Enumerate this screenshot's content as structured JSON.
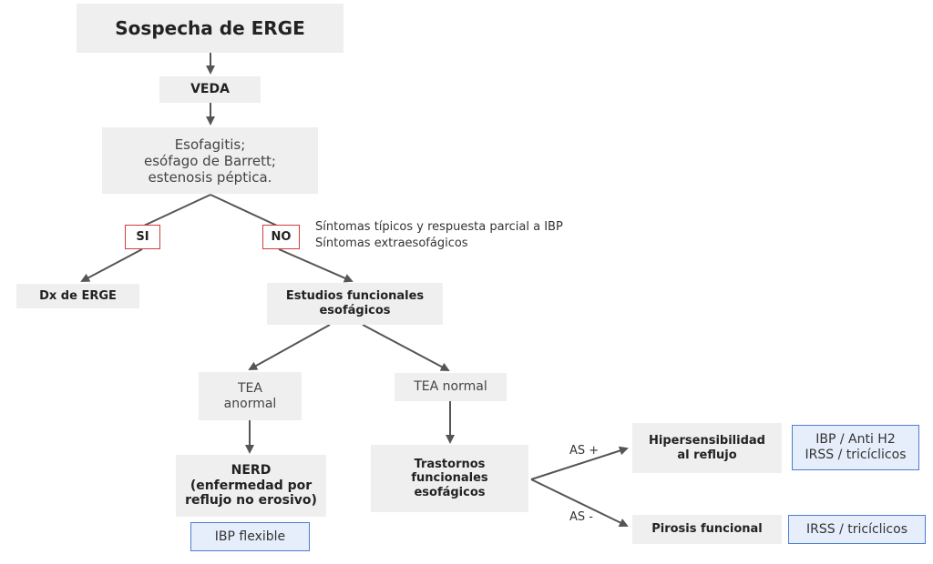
{
  "nodes": {
    "root": "Sospecha de ERGE",
    "veda": "VEDA",
    "findings": "Esofagitis;\nesófago de Barrett;\nestenosis péptica.",
    "si": "SI",
    "no": "NO",
    "no_note": "Síntomas típicos y respuesta parcial a IBP\nSíntomas extraesofágicos",
    "dx": "Dx de ERGE",
    "studies": "Estudios funcionales\nesofágicos",
    "tea_abnormal": "TEA\nanormal",
    "tea_normal": "TEA normal",
    "nerd": "NERD\n(enfermedad por\nreflujo no erosivo)",
    "ibp_flexible": "IBP flexible",
    "functional": "Trastornos\nfuncionales\nesofágicos",
    "as_plus": "AS +",
    "as_minus": "AS -",
    "hyper": "Hipersensibilidad\nal reflujo",
    "hyper_tx": "IBP / Anti H2\nIRSS / tricíclicos",
    "pyrosis": "Pirosis funcional",
    "pyrosis_tx": "IRSS / tricíclicos"
  },
  "colors": {
    "box_fill": "#efefef",
    "arrow": "#555555",
    "red_border": "#d33b3b",
    "blue_border": "#4a7fcf",
    "blue_fill": "#e6eefb"
  }
}
